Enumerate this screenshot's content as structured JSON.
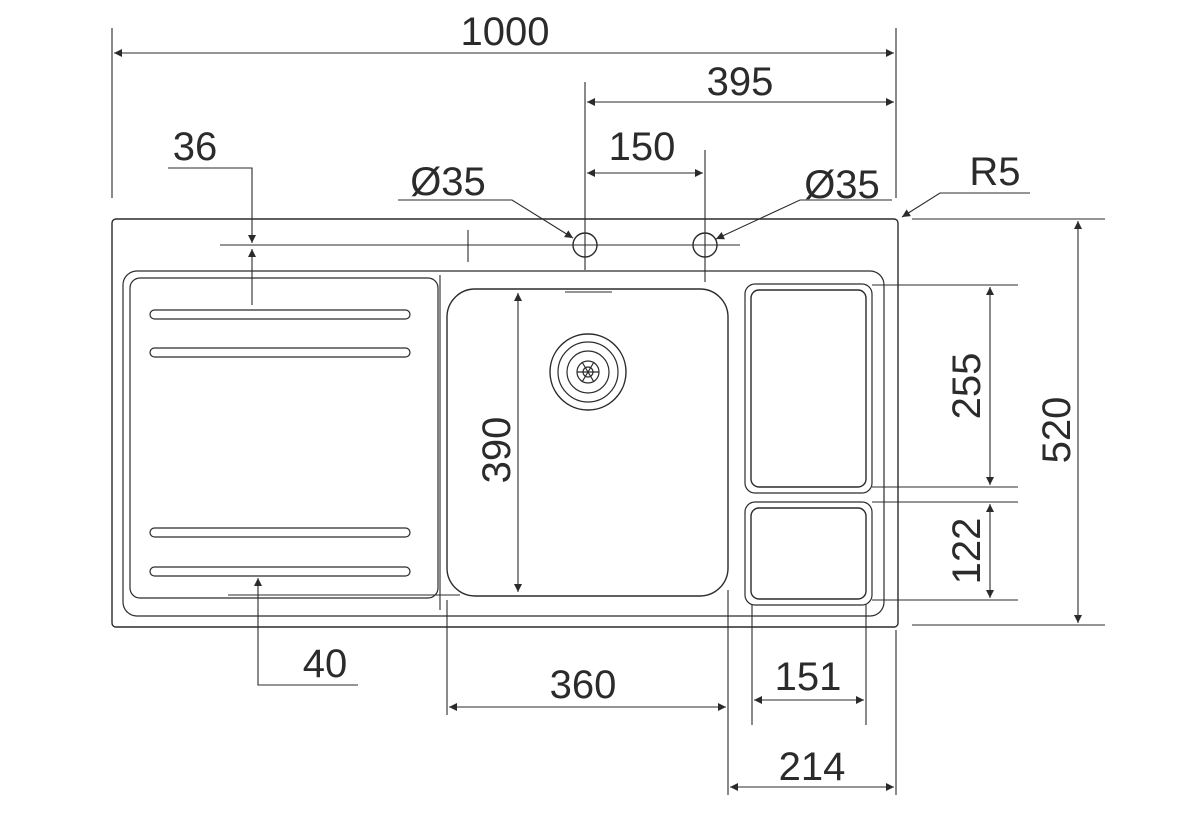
{
  "dimensions": {
    "overall_width": "1000",
    "tap_offset": "395",
    "tap_spacing": "150",
    "tap_hole_left": "Ø35",
    "tap_hole_right": "Ø35",
    "corner_radius": "R5",
    "top_margin": "36",
    "bottom_margin": "40",
    "bowl_height": "390",
    "small_bowl_height": "255",
    "overall_depth": "520",
    "tray_height": "122",
    "bowl_width": "360",
    "small_bowl_width": "151",
    "right_section_width": "214"
  },
  "colors": {
    "line": "#2b2b2b",
    "background": "#ffffff"
  }
}
